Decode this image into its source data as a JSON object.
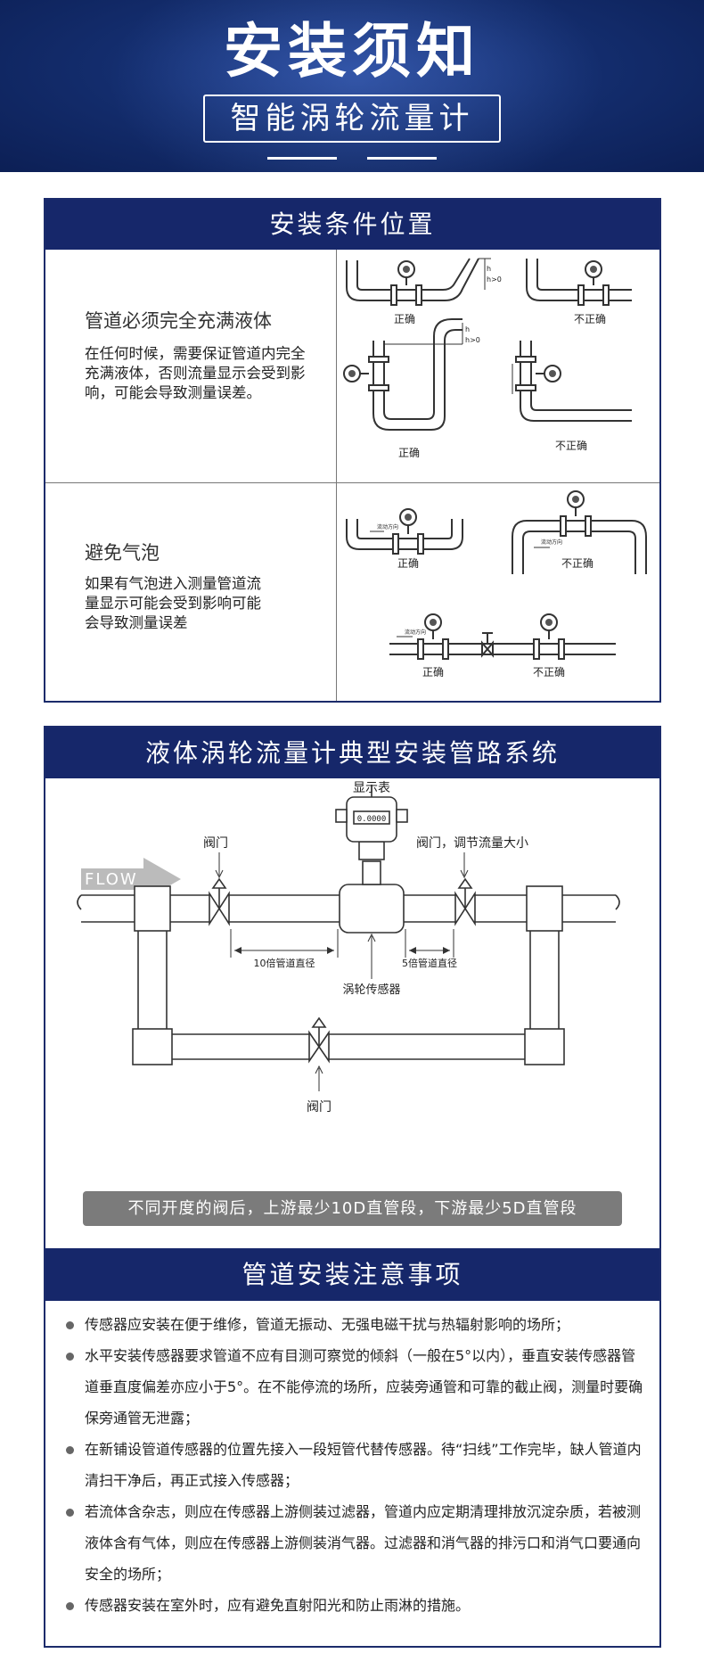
{
  "banner": {
    "title": "安装须知",
    "subtitle": "智能涡轮流量计"
  },
  "section1": {
    "header": "安装条件位置",
    "rows": [
      {
        "title": "管道必须完全充满液体",
        "description": "在任何时候，需要保证管道内完全充满液体，否则流量显示会受到影响，可能会导致测量误差。",
        "labels": {
          "correct": "正确",
          "incorrect": "不正确",
          "h": "h",
          "h_cond": "h>0"
        }
      },
      {
        "title": "避免气泡",
        "description": "如果有气泡进入测量管道流量显示可能会受到影响可能会导致测量误差",
        "labels": {
          "correct": "正确",
          "incorrect": "不正确",
          "flow_dir": "流动方向"
        }
      }
    ]
  },
  "section2": {
    "header": "液体涡轮流量计典型安装管路系统",
    "diagram": {
      "display_label": "显示表",
      "display_reading": "0.0000",
      "valve_left_label": "阀门",
      "valve_right_label": "阀门，调节流量大小",
      "flow_label": "FLOW",
      "upstream_label": "10倍管道直径",
      "downstream_label": "5倍管道直径",
      "sensor_label": "涡轮传感器",
      "valve_bottom_label": "阀门"
    },
    "note_bar": "不同开度的阀后，上游最少10D直管段，下游最少5D直管段"
  },
  "section3": {
    "header": "管道安装注意事项",
    "notes": [
      "传感器应安装在便于维修，管道无振动、无强电磁干扰与热辐射影响的场所；",
      "水平安装传感器要求管道不应有目测可察觉的倾斜（一般在5°以内），垂直安装传感器管道垂直度偏差亦应小于5°。在不能停流的场所，应装旁通管和可靠的截止阀，测量时要确保旁通管无泄露；",
      "在新铺设管道传感器的位置先接入一段短管代替传感器。待“扫线”工作完毕，缺人管道内清扫干净后，再正式接入传感器；",
      "若流体含杂志，则应在传感器上游侧装过滤器，管道内应定期清理排放沉淀杂质，若被测液体含有气体，则应在传感器上游侧装消气器。过滤器和消气器的排污口和消气口要通向安全的场所；",
      "传感器安装在室外时，应有避免直射阳光和防止雨淋的措施。"
    ]
  },
  "colors": {
    "banner_bg": "#142e6f",
    "header_bg": "#16276a",
    "note_bar_bg": "#7b7b7b"
  }
}
